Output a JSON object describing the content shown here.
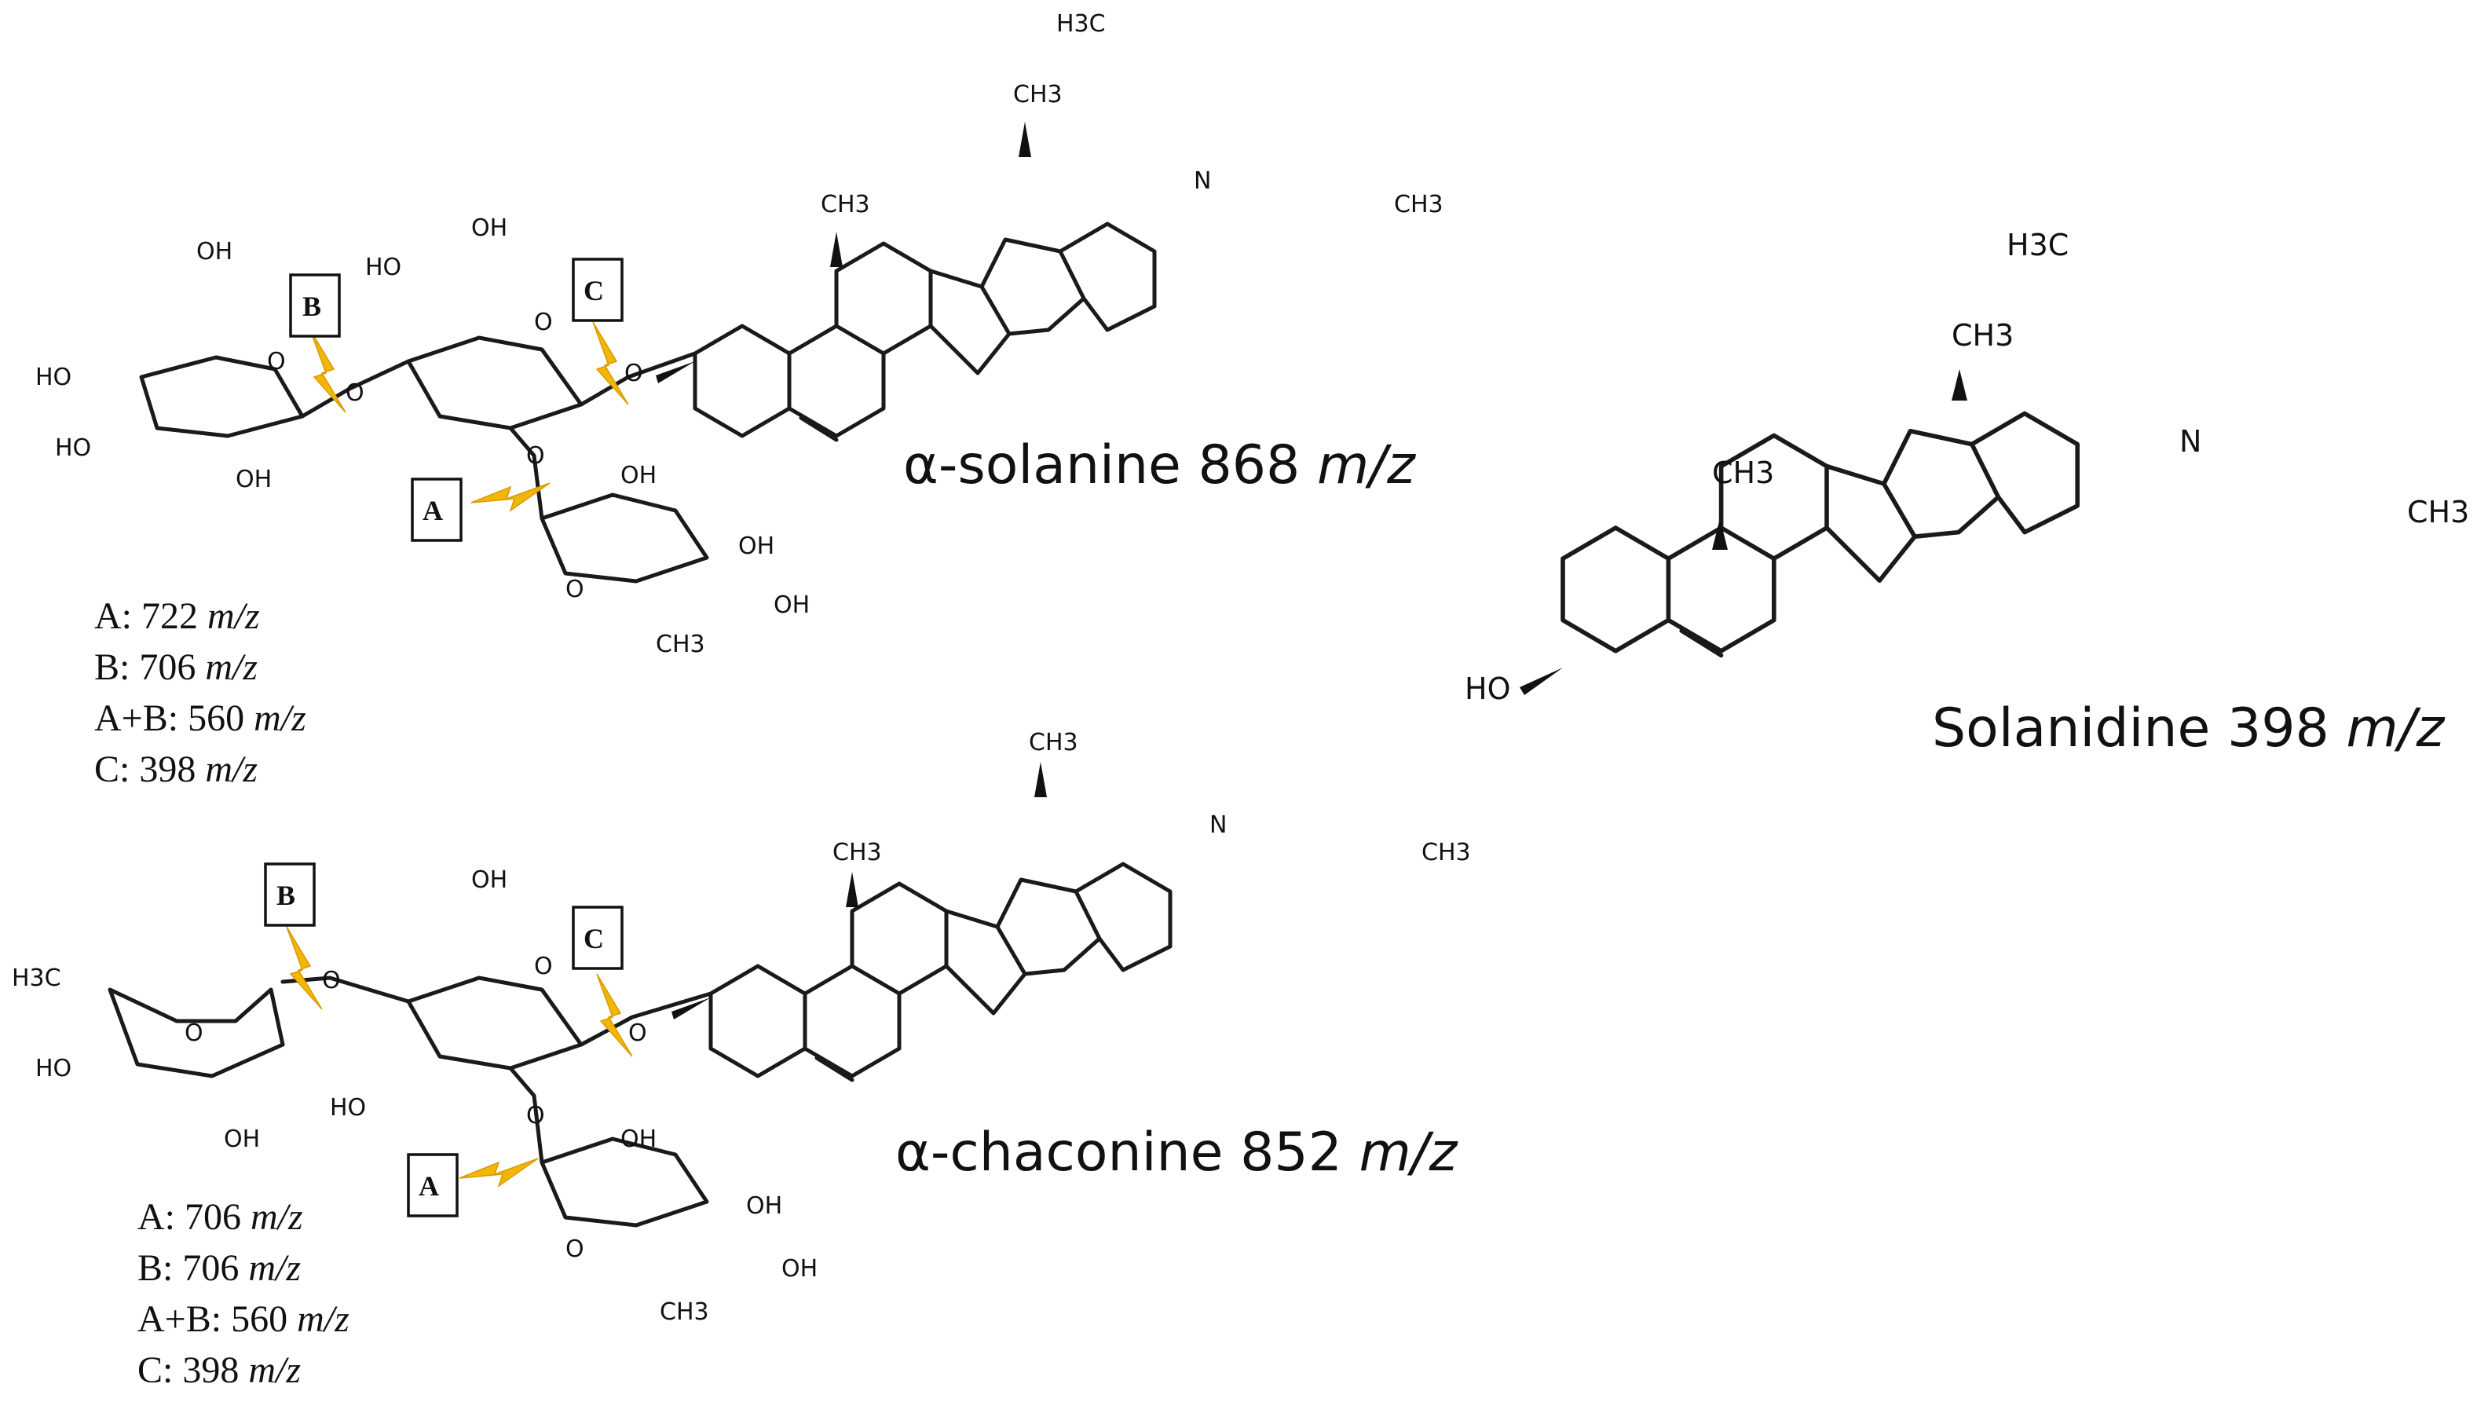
{
  "atoms": {
    "oh": "OH",
    "ho": "HO",
    "o": "O",
    "n": "N",
    "ch3": "CH3",
    "h3c": "H3C"
  },
  "solanine": {
    "name": "α-solanine",
    "mass": "868",
    "unit": "m/z",
    "fragments": [
      {
        "label": "A:",
        "value": "722",
        "unit": "m/z"
      },
      {
        "label": "B:",
        "value": "706",
        "unit": "m/z"
      },
      {
        "label": "A+B:",
        "value": "560",
        "unit": "m/z"
      },
      {
        "label": "C:",
        "value": "398",
        "unit": "m/z"
      }
    ],
    "cleavage_labels": [
      "A",
      "B",
      "C"
    ]
  },
  "chaconine": {
    "name": "α-chaconine",
    "mass": "852",
    "unit": "m/z",
    "fragments": [
      {
        "label": "A:",
        "value": "706",
        "unit": "m/z"
      },
      {
        "label": "B:",
        "value": "706",
        "unit": "m/z"
      },
      {
        "label": "A+B:",
        "value": "560",
        "unit": "m/z"
      },
      {
        "label": "C:",
        "value": "398",
        "unit": "m/z"
      }
    ],
    "cleavage_labels": [
      "A",
      "B",
      "C"
    ]
  },
  "solanidine": {
    "name": "Solanidine",
    "mass": "398",
    "unit": "m/z"
  },
  "colors": {
    "bolt": "#f2b705",
    "ink": "#111111"
  }
}
